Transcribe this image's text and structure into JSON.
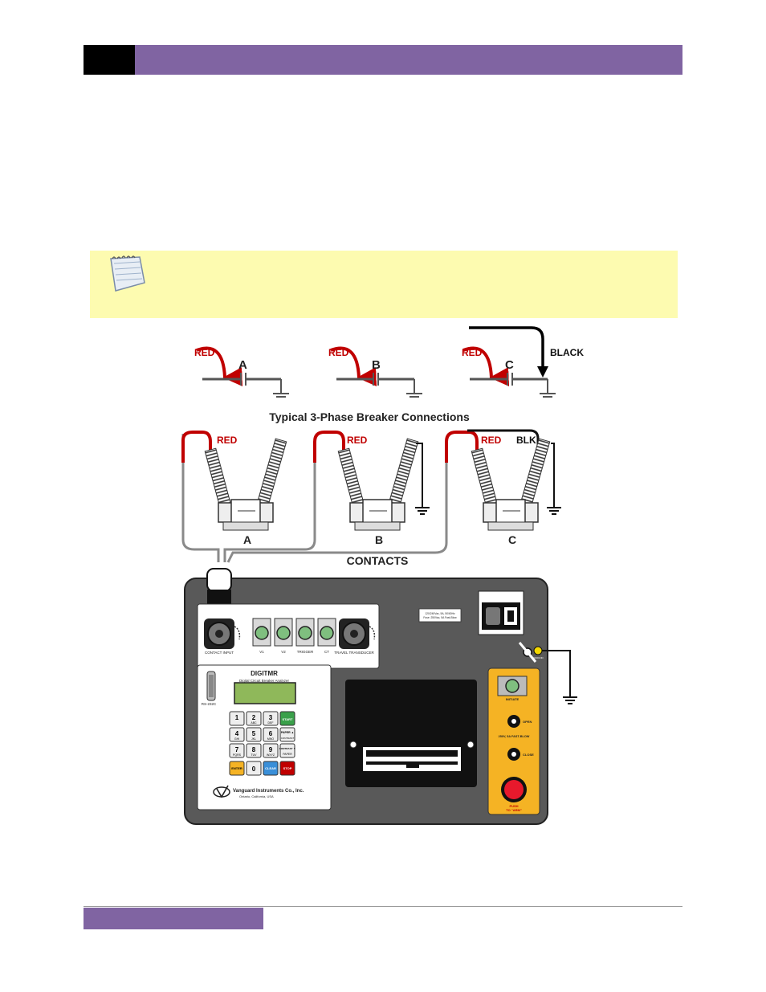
{
  "figure": {
    "top_diagram": {
      "phases": [
        {
          "lead": "RED",
          "label": "A"
        },
        {
          "lead": "RED",
          "label": "B"
        },
        {
          "lead": "RED",
          "label": "C",
          "extra_lead": "BLACK"
        }
      ],
      "title": "Typical 3-Phase Breaker Connections"
    },
    "breakers": {
      "leads": [
        "RED",
        "RED",
        "RED"
      ],
      "blk_lead": "BLK",
      "labels": [
        "A",
        "B",
        "C"
      ],
      "contacts_label": "CONTACTS"
    },
    "device": {
      "power_rating": "120/240Vac, 5A, 50/60Hz",
      "fuse_rating": "Fuse: 250Vac, 5A Fast-Blow",
      "ground_label": "GROUND",
      "connectors": [
        "CONTACT INPUT",
        "V1",
        "V2",
        "TRIGGER",
        "CT",
        "TRAVEL TRANSDUCER"
      ],
      "model": "DIGITMR",
      "model_sub": "Digital Circuit Breaker Analyzer",
      "serial_port": "RS-232C",
      "keys": [
        {
          "main": "1",
          "sub": ""
        },
        {
          "main": "2",
          "sub": "ABC"
        },
        {
          "main": "3",
          "sub": "DEF"
        },
        {
          "main": "START",
          "sub": ""
        },
        {
          "main": "4",
          "sub": "GHI"
        },
        {
          "main": "5",
          "sub": "JKL"
        },
        {
          "main": "6",
          "sub": "MNO"
        },
        {
          "main": "PAPER ▲",
          "sub": "CONTRAST"
        },
        {
          "main": "7",
          "sub": "PQRS"
        },
        {
          "main": "8",
          "sub": "TUV"
        },
        {
          "main": "9",
          "sub": "WXYZ"
        },
        {
          "main": "CONTRAST ▼",
          "sub": "PAPER"
        },
        {
          "main": "ENTER",
          "sub": ""
        },
        {
          "main": "0",
          "sub": ""
        },
        {
          "main": "CLEAR",
          "sub": ""
        },
        {
          "main": "STOP",
          "sub": ""
        }
      ],
      "company": "Vanguard Instruments Co., Inc.",
      "company_loc": "Ontario, California, USA",
      "initiate_label": "INITIATE",
      "open_label": "OPEN",
      "fuse_label": "250V, 5A FAST-BLOW",
      "close_label": "CLOSE",
      "arm_label_1": "PUSH",
      "arm_label_2": "TO \"ARM\""
    },
    "colors": {
      "red": "#c00000",
      "purple": "#8064a2",
      "panel": "#595959",
      "note_bg": "#fdfbb0",
      "orange": "#f5b324"
    }
  }
}
